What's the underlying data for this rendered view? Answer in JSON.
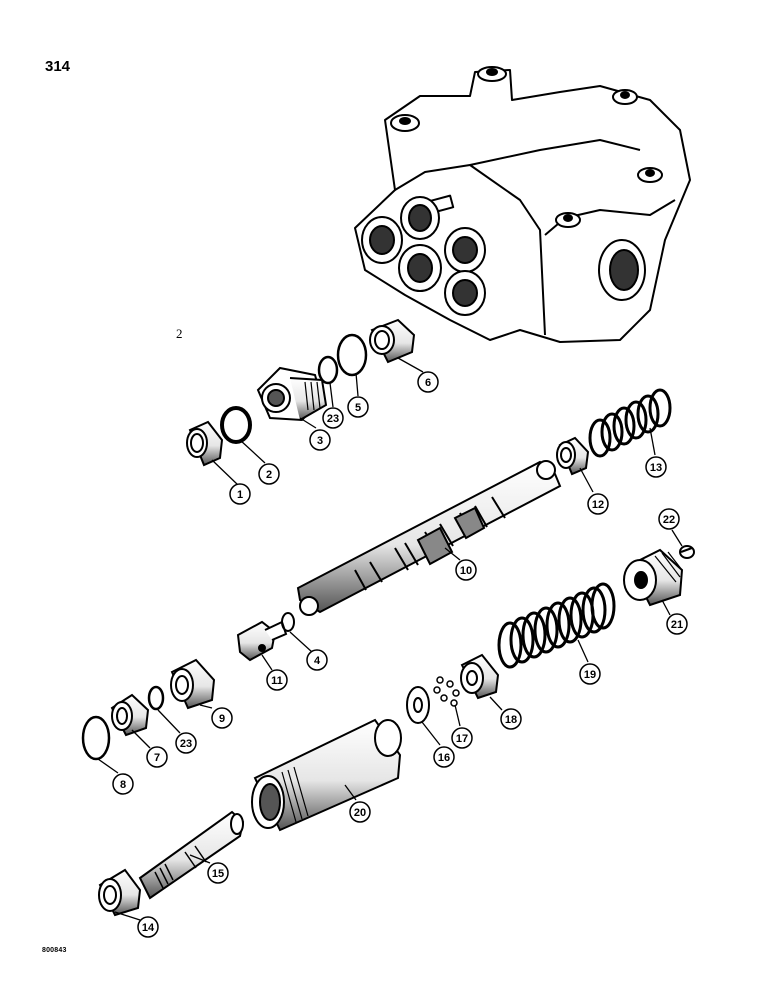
{
  "page_number": "314",
  "drawing_code": "800843",
  "stray_mark": "2",
  "callouts": [
    "1",
    "2",
    "3",
    "23",
    "5",
    "6",
    "13",
    "12",
    "10",
    "22",
    "21",
    "11",
    "4",
    "19",
    "18",
    "17",
    "16",
    "8",
    "7",
    "23",
    "9",
    "20",
    "15",
    "14"
  ],
  "colors": {
    "ink": "#000000",
    "paper": "#ffffff",
    "shade": "#d9d9d9"
  }
}
